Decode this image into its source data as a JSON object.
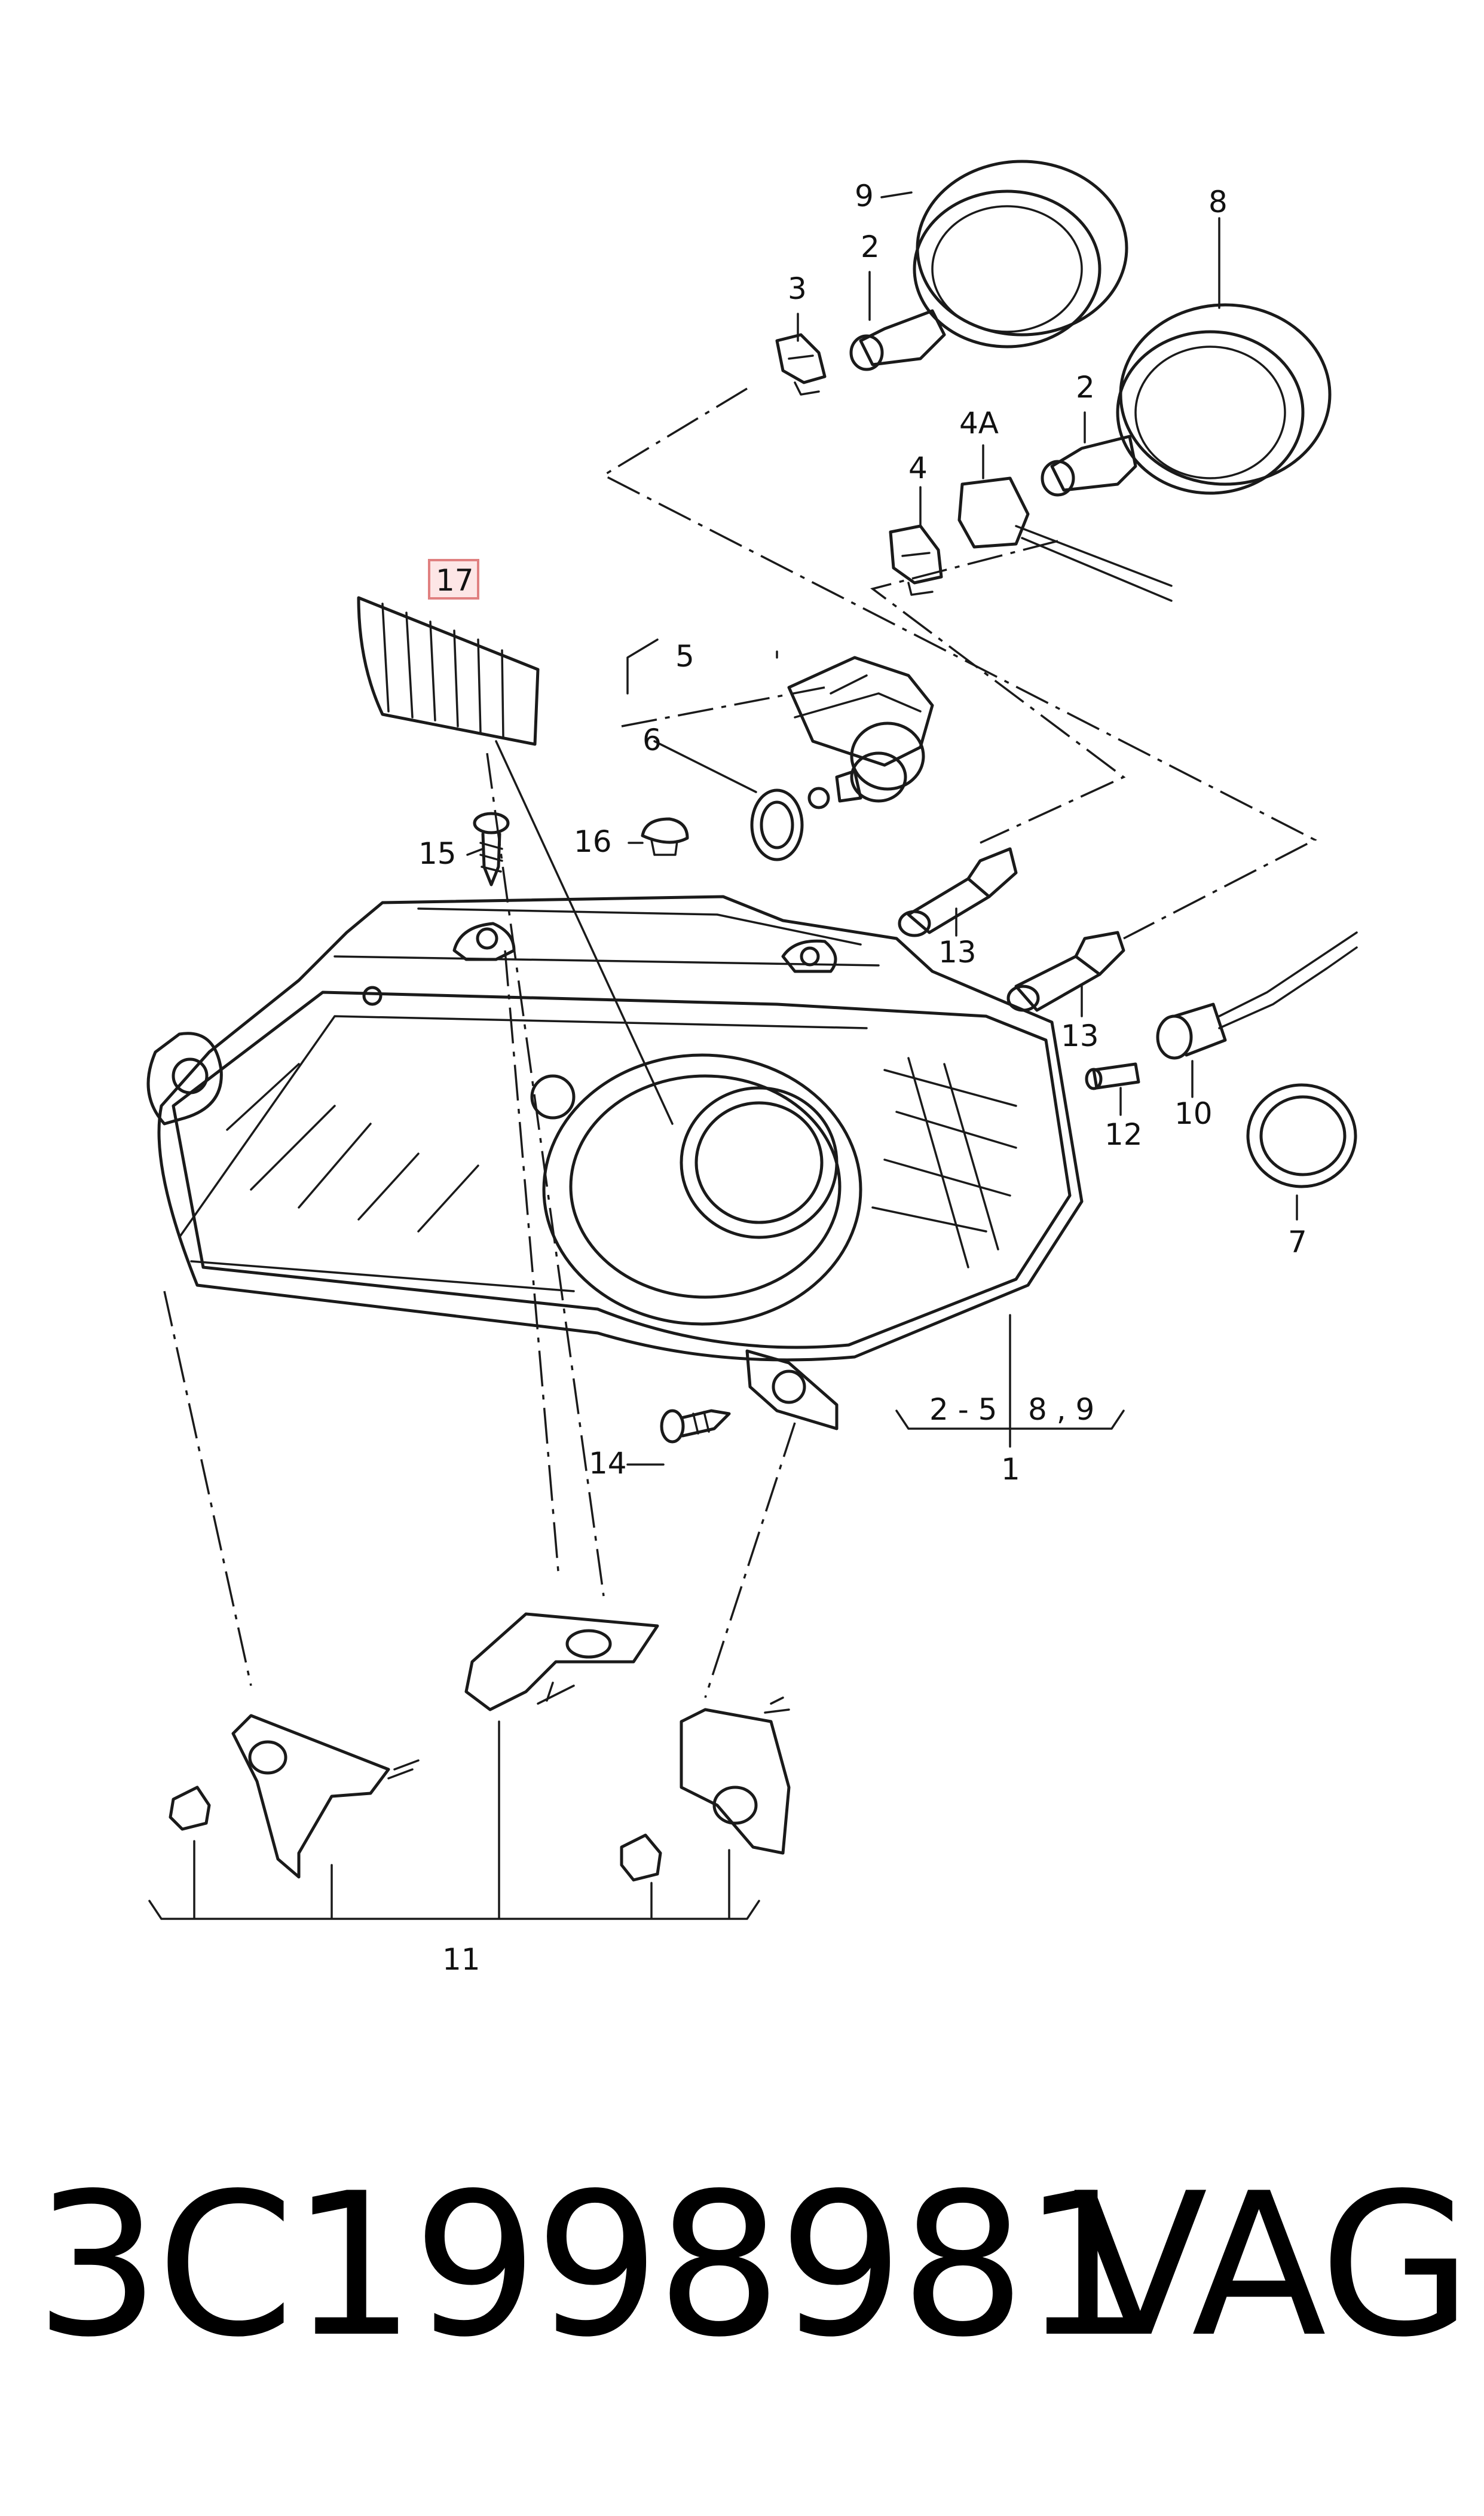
{
  "diagram": {
    "callouts": [
      {
        "id": "c1",
        "text": "1"
      },
      {
        "id": "c2a",
        "text": "2"
      },
      {
        "id": "c2b",
        "text": "2"
      },
      {
        "id": "c3",
        "text": "3"
      },
      {
        "id": "c4",
        "text": "4"
      },
      {
        "id": "c4a",
        "text": "4A"
      },
      {
        "id": "c5",
        "text": "5"
      },
      {
        "id": "c6",
        "text": "6"
      },
      {
        "id": "c7",
        "text": "7"
      },
      {
        "id": "c8",
        "text": "8"
      },
      {
        "id": "c9",
        "text": "9"
      },
      {
        "id": "c10",
        "text": "10"
      },
      {
        "id": "c11",
        "text": "11"
      },
      {
        "id": "c12",
        "text": "12"
      },
      {
        "id": "c13a",
        "text": "13"
      },
      {
        "id": "c13b",
        "text": "13"
      },
      {
        "id": "c14",
        "text": "14"
      },
      {
        "id": "c15",
        "text": "15"
      },
      {
        "id": "c16",
        "text": "16"
      },
      {
        "id": "c17",
        "text": "17"
      },
      {
        "id": "range25",
        "text": "2 - 5"
      },
      {
        "id": "range89",
        "text": "8 , 9"
      }
    ],
    "highlighted_callout": "17",
    "highlight_color": "#fde6e6"
  },
  "footer": {
    "part_number": "3C1998981",
    "brand": "VAG"
  }
}
